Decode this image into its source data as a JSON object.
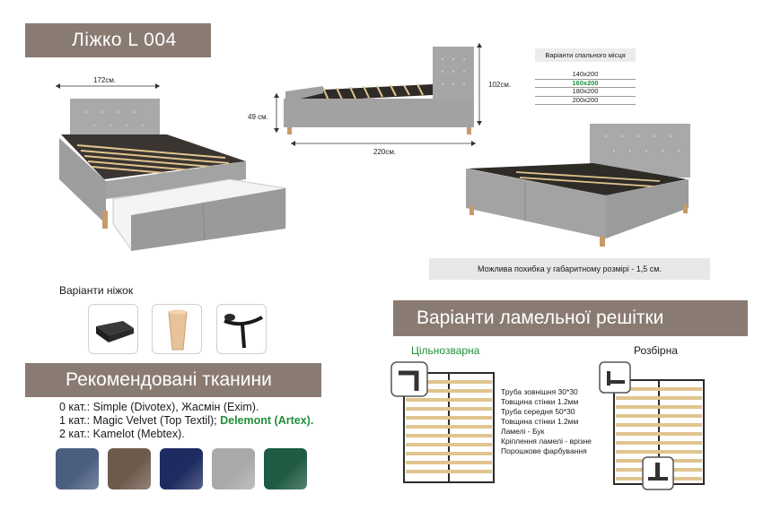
{
  "title": "Ліжко L 004",
  "dims": {
    "width_top": "172см.",
    "height_side": "49 см.",
    "length": "220см.",
    "height_head": "102см."
  },
  "sizes": {
    "header": "Варіанти спального місця",
    "rows": [
      "140x200",
      "160x200",
      "180x200",
      "200x200"
    ]
  },
  "note": "Можлива похибка у габаритному розмірі - 1,5 см.",
  "legs": {
    "title": "Варіанти ніжок"
  },
  "fabrics": {
    "title": "Рекомендовані тканини",
    "line0": "0 кат.: Simple (Divotex), Жасмін (Exim).",
    "line1_main": "1 кат.: Magic Velvet (Top Textil); ",
    "line1_green": "Delemont (Artex).",
    "line2": "2 кат.: Kamelot (Mebtex).",
    "swatch_colors": [
      "#4a5e80",
      "#6e5a4c",
      "#1e2b60",
      "#a9a9a9",
      "#1f5a43"
    ]
  },
  "slats": {
    "title": "Варіанти ламельної решітки",
    "welded": "Цільнозварна",
    "folding": "Розбірна",
    "specs": [
      "Труба зовнішня 30*30",
      "Товщина стінки 1.2мм",
      "Труба середня 50*30",
      "Товщина стінки 1.2мм",
      "Ламелі - Бук",
      "Кріплення ламелі - врізне",
      "Порошкове фарбування"
    ]
  }
}
